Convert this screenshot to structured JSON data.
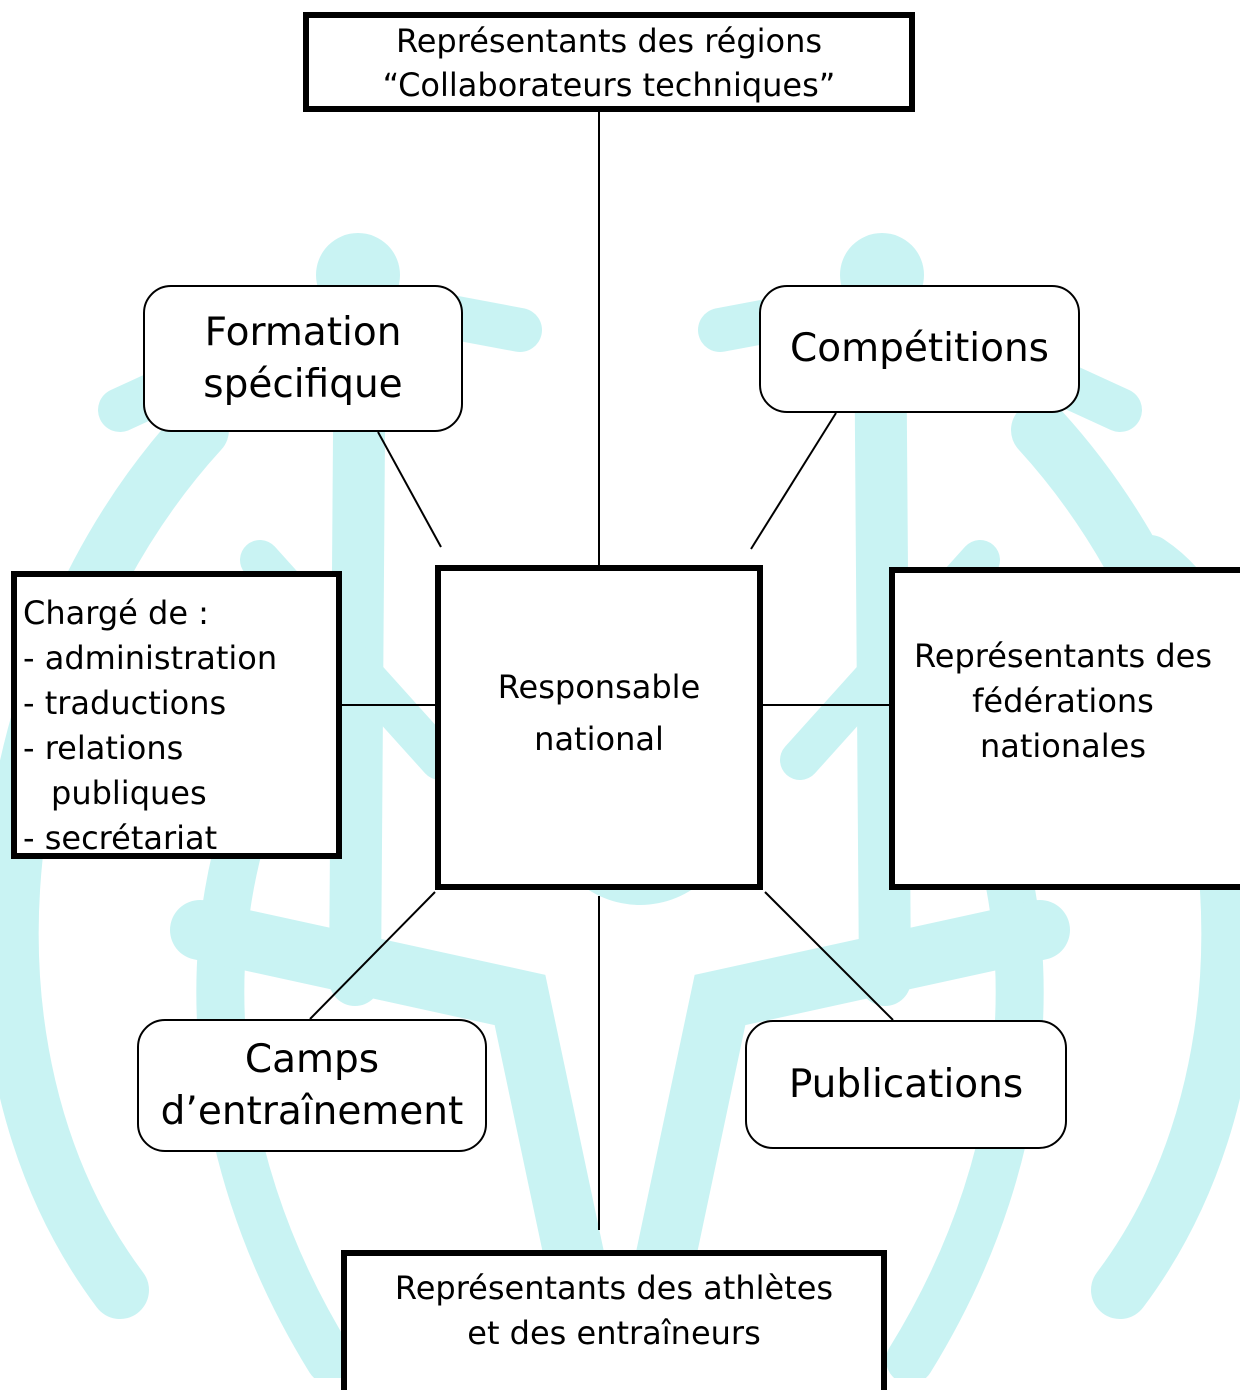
{
  "colors": {
    "logo_background": "#c9f3f3",
    "box_border": "#000000",
    "box_fill": "#ffffff"
  },
  "background": {
    "icon": "special-olympics-figure-logo"
  },
  "nodes": {
    "regions": {
      "line1": "Représentants des régions",
      "line2": "“Collaborateurs techniques”"
    },
    "formation": {
      "line1": "Formation",
      "line2": "spécifique"
    },
    "competitions": {
      "line1": "Compétitions"
    },
    "charge": {
      "heading": "Chargé de :",
      "items": [
        "- administration",
        "- traductions",
        "- relations",
        "publiques",
        "- secrétariat"
      ]
    },
    "responsable": {
      "line1": "Responsable",
      "line2": "national"
    },
    "federations": {
      "line1": "Représentants des",
      "line2": "fédérations",
      "line3": "nationales"
    },
    "camps": {
      "line1": "Camps",
      "line2": "d’entraînement"
    },
    "publications": {
      "line1": "Publications"
    },
    "athletes": {
      "line1": "Représentants des athlètes",
      "line2": "et des entraîneurs"
    }
  }
}
